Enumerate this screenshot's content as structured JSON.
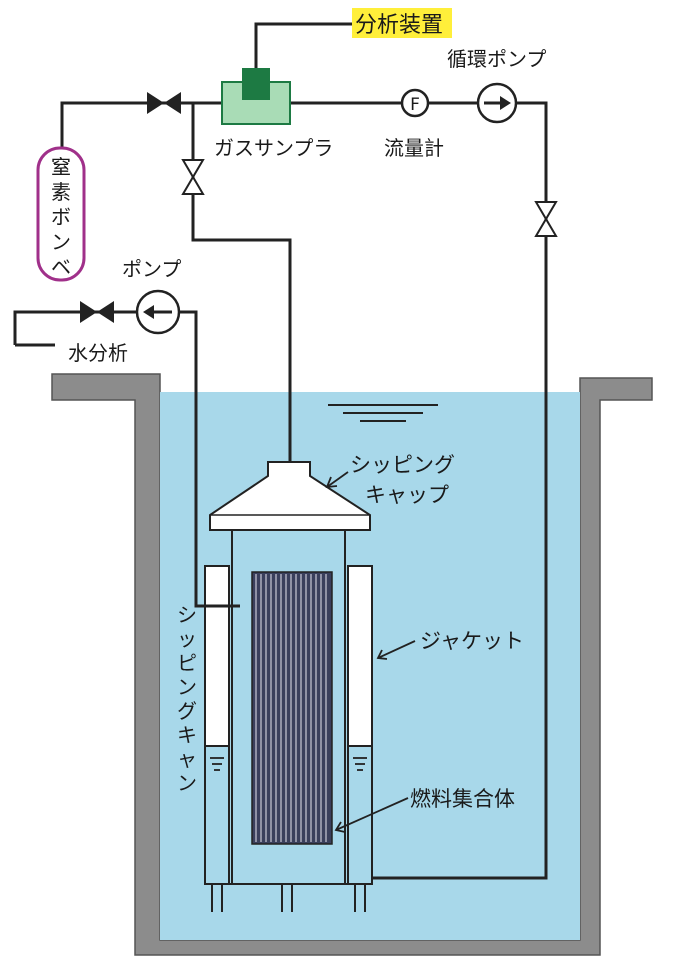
{
  "labels": {
    "analyzer": "分析装置",
    "gas_sampler": "ガスサンプラ",
    "flow_meter": "流量計",
    "flow_meter_symbol": "F",
    "circulation_pump": "循環ポンプ",
    "nitrogen_cylinder": "窒素ボンベ",
    "pump": "ポンプ",
    "water_analysis": "水分析",
    "sipping_cap": [
      "シッピング",
      "キャップ"
    ],
    "sipping_can": "シッピングキャン",
    "jacket": "ジャケット",
    "fuel_assembly": "燃料集合体"
  },
  "colors": {
    "water": "#a8d8ea",
    "pool_wall": "#8c8c8c",
    "analyzer_highlight": "#ffef3a",
    "gas_sampler_body": "#a9dcb6",
    "gas_sampler_top": "#1d7a43",
    "nitrogen_outline": "#a0308a",
    "pipe": "#222222"
  }
}
